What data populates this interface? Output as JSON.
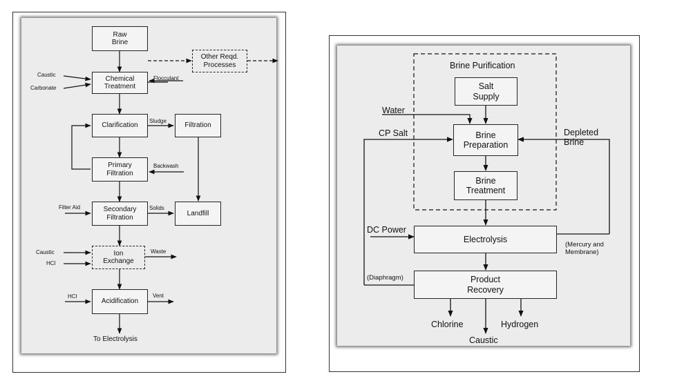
{
  "left_diagram": {
    "boxes": {
      "raw_brine": "Raw\nBrine",
      "chemical_treatment": "Chemical\nTreatment",
      "other_processes": "Other Reqd.\nProcesses",
      "clarification": "Clarification",
      "filtration": "Filtration",
      "primary_filtration": "Primary\nFiltration",
      "secondary_filtration": "Secondary\nFiltration",
      "landfill": "Landfill",
      "ion_exchange": "Ion\nExchange",
      "acidification": "Acidification"
    },
    "labels": {
      "caustic_1": "Caustic",
      "carbonate": "Carbonate",
      "flocculant": "Flocculant",
      "sludge": "Sludge",
      "backwash": "Backwash",
      "filter_aid": "Filter Aid",
      "solids": "Solids",
      "caustic_2": "Caustic",
      "hcl_1": "HCl",
      "waste": "Waste",
      "hcl_2": "HCl",
      "vent": "Vent",
      "to_electrolysis": "To Electrolysis"
    }
  },
  "right_diagram": {
    "boxes": {
      "brine_purification": "Brine Purification",
      "salt_supply": "Salt\nSupply",
      "brine_preparation": "Brine\nPreparation",
      "brine_treatment": "Brine\nTreatment",
      "electrolysis": "Electrolysis",
      "product_recovery": "Product\nRecovery"
    },
    "labels": {
      "water": "Water",
      "cp_salt": "CP Salt",
      "depleted_brine": "Depleted\nBrine",
      "dc_power": "DC Power",
      "mercury_membrane": "(Mercury and\nMembrane)",
      "diaphragm": "(Diaphragm)",
      "chlorine": "Chlorine",
      "hydrogen": "Hydrogen",
      "caustic": "Caustic"
    }
  }
}
